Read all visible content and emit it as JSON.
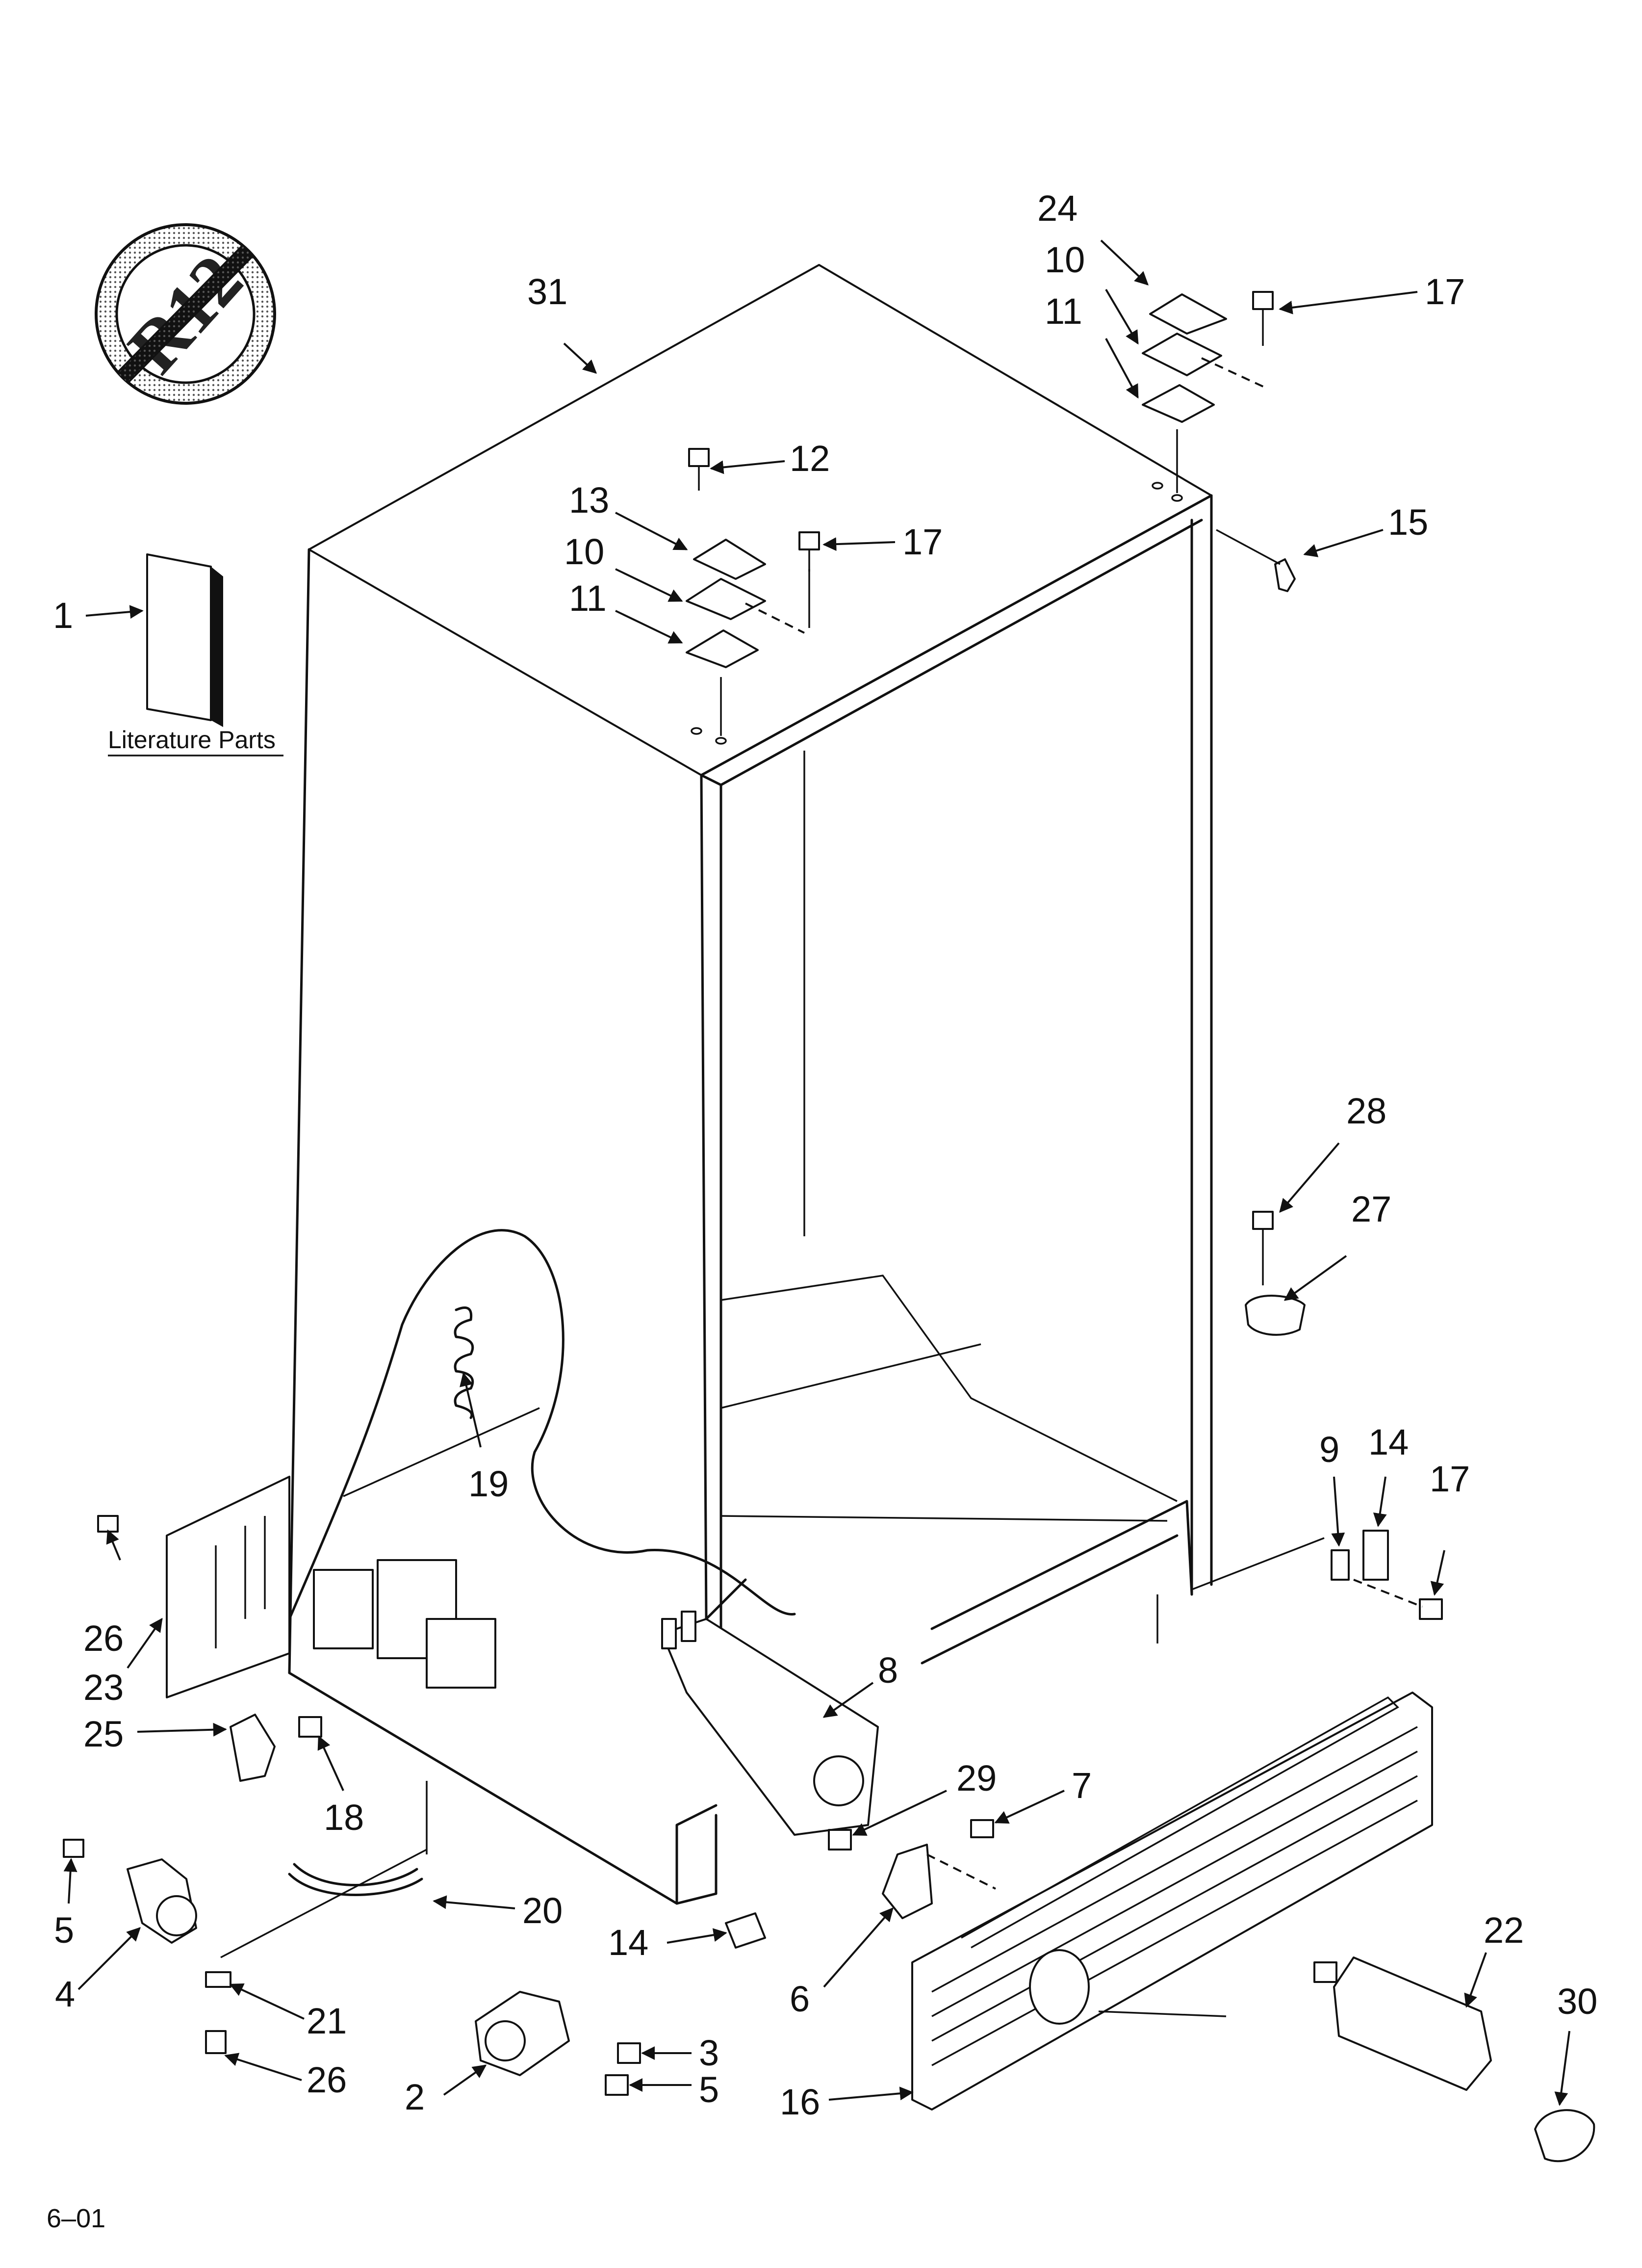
{
  "logo": {
    "text": "R12",
    "icon": "no-r12-symbol-icon"
  },
  "literature": {
    "caption": "Literature Parts"
  },
  "footer": {
    "code": "6–01"
  },
  "callouts": {
    "c1": "1",
    "c2": "2",
    "c3": "3",
    "c4": "4",
    "c5a": "5",
    "c5b": "5",
    "c6": "6",
    "c7": "7",
    "c8": "8",
    "c9": "9",
    "c10a": "10",
    "c10b": "10",
    "c11a": "11",
    "c11b": "11",
    "c12": "12",
    "c13": "13",
    "c14a": "14",
    "c14b": "14",
    "c15": "15",
    "c16": "16",
    "c17a": "17",
    "c17b": "17",
    "c17c": "17",
    "c18": "18",
    "c19": "19",
    "c20": "20",
    "c21": "21",
    "c22": "22",
    "c23": "23",
    "c24": "24",
    "c25": "25",
    "c26a": "26",
    "c26b": "26",
    "c27": "27",
    "c28": "28",
    "c29": "29",
    "c30": "30",
    "c31": "31"
  }
}
